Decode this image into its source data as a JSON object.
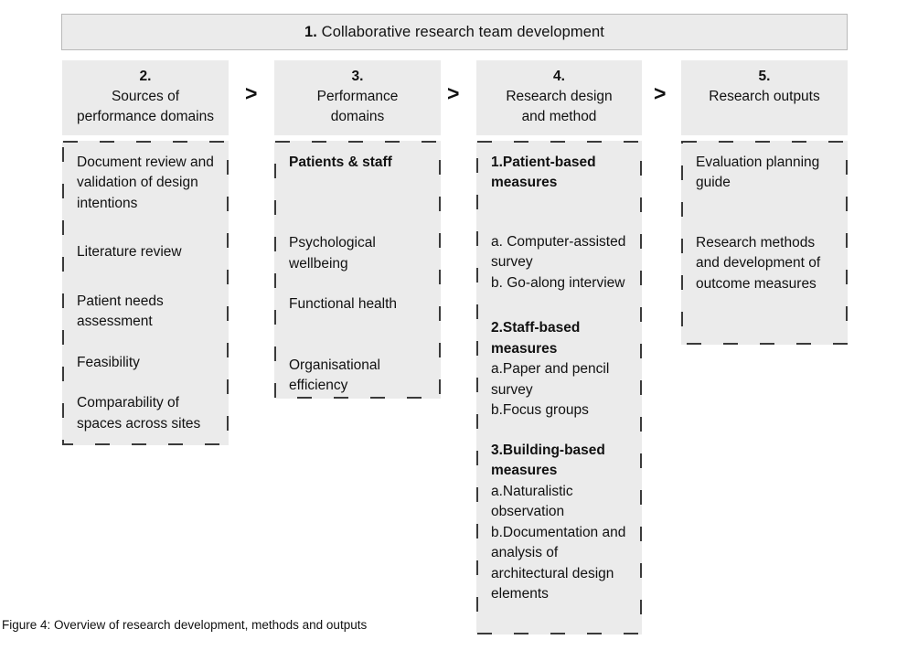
{
  "figure": {
    "caption": "Figure 4: Overview of research development, methods and outputs"
  },
  "banner": {
    "number": "1.",
    "title": "Collaborative research team development"
  },
  "separators": [
    {
      "glyph": ">",
      "name": "arrow-separator-1"
    },
    {
      "glyph": ">",
      "name": "arrow-separator-2"
    },
    {
      "glyph": ">",
      "name": "arrow-separator-3"
    }
  ],
  "columns": [
    {
      "id": "sources-of-performance-domains",
      "number": "2.",
      "title_line1": "Sources of",
      "title_line2": "performance domains",
      "items": [
        {
          "text": "Document review and validation of design intentions",
          "bold": false
        },
        {
          "text": "Literature review",
          "bold": false
        },
        {
          "text": "Patient needs assessment",
          "bold": false
        },
        {
          "text": "Feasibility",
          "bold": false
        },
        {
          "text": "Comparability of spaces across sites",
          "bold": false
        }
      ]
    },
    {
      "id": "performance-domains",
      "number": "3.",
      "title_line1": "Performance",
      "title_line2": "domains",
      "items": [
        {
          "text": "Patients & staff",
          "bold": true
        },
        {
          "text": "Psychological wellbeing",
          "bold": false
        },
        {
          "text": "Functional health",
          "bold": false
        },
        {
          "text": "Organisational efficiency",
          "bold": false
        }
      ]
    },
    {
      "id": "research-design-and-method",
      "number": "4.",
      "title_line1": "Research design",
      "title_line2": "and method",
      "items": [
        {
          "text": "1.Patient-based measures",
          "bold": true
        },
        {
          "text": "a. Computer-assisted survey",
          "bold": false
        },
        {
          "text": "b. Go-along interview",
          "bold": false
        },
        {
          "text": "2.Staff-based measures",
          "bold": true
        },
        {
          "text": "a.Paper and pencil survey",
          "bold": false
        },
        {
          "text": "b.Focus groups",
          "bold": false
        },
        {
          "text": "3.Building-based measures",
          "bold": true
        },
        {
          "text": "a.Naturalistic observation",
          "bold": false
        },
        {
          "text": "b.Documentation and analysis of architectural design elements",
          "bold": false
        }
      ]
    },
    {
      "id": "research-outputs",
      "number": "5.",
      "title_line1": "Research outputs",
      "title_line2": "",
      "items": [
        {
          "text": "Evaluation planning guide",
          "bold": false
        },
        {
          "text": "Research methods and development of outcome measures",
          "bold": false
        }
      ]
    }
  ],
  "colors": {
    "panel_fill": "#ebebeb",
    "banner_border": "#b9b9b9",
    "dash_stroke": "#3a3a3a",
    "text": "#111111",
    "page_background": "#ffffff"
  }
}
